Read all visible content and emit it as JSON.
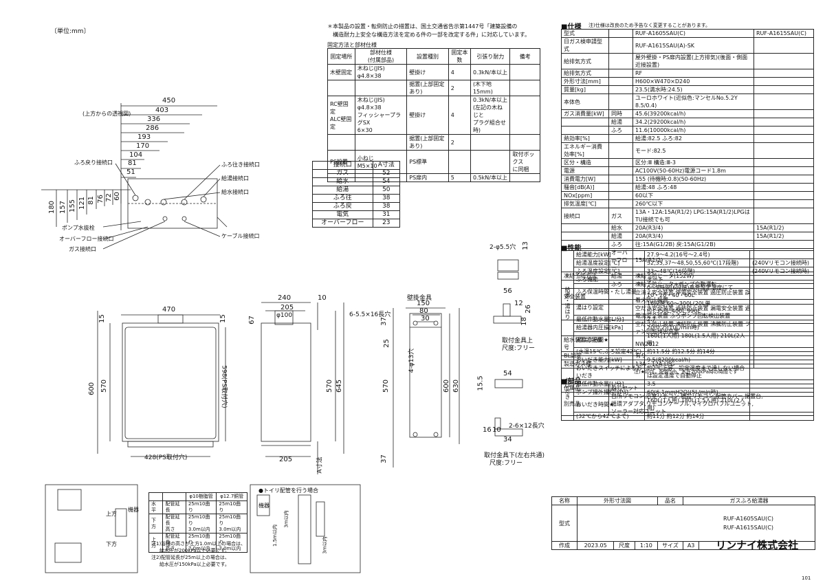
{
  "unit_note": "〔単位:mm〕",
  "top_view_label": "(上方からの透視図)",
  "notice": {
    "line1": "＊本製品の設置・転倒防止の措置は、国土交通省告示第1447号「建築設備の",
    "line2": "構造耐力上安全な構造方法を定める件の一部を改定する件」に対応しています。",
    "fixing_title": "固定方法と部材仕様"
  },
  "fixing_table": {
    "headers": [
      "固定場所",
      "部材仕様\n(付属部品)",
      "設置種別",
      "固定本数",
      "引張り耐力",
      "備考"
    ],
    "rows": [
      [
        "木壁固定",
        "木ねじ(JIS)\nφ4.8×38",
        "壁掛け",
        "4",
        "0.3kN/本以上",
        ""
      ],
      [
        "",
        "",
        "据置(上部固定あり)",
        "2",
        "(木下地15mm)",
        ""
      ],
      [
        "RC壁固定\nALC壁固定",
        "木ねじ(JIS)\nφ4.8×38\nフィッシャープラグSX\n6×30",
        "壁掛け",
        "4",
        "0.3kN/本以上\n(左記の木ねじと\nプラグ組合せ時)",
        ""
      ],
      [
        "",
        "",
        "据置(上部固定あり)",
        "2",
        "",
        ""
      ],
      [
        "PS設置",
        "小ねじ\nM5×10",
        "PS標準",
        "",
        "",
        "取付ボックス\nに同梱"
      ],
      [
        "",
        "",
        "PS扉内",
        "5",
        "0.5kN/本以上",
        ""
      ]
    ]
  },
  "connector_table": {
    "headers": [
      "接続口",
      "A寸法"
    ],
    "rows": [
      [
        "ガス",
        "52"
      ],
      [
        "給水",
        "54"
      ],
      [
        "給湯",
        "50"
      ],
      [
        "ふろ往",
        "38"
      ],
      [
        "ふろ戻",
        "38"
      ],
      [
        "電気",
        "31"
      ],
      [
        "オーバーフロー",
        "23"
      ]
    ]
  },
  "top_labels": {
    "dims": [
      "450",
      "403",
      "336",
      "286",
      "193",
      "170",
      "104",
      "81",
      "51"
    ],
    "vdims": [
      "180",
      "157",
      "155",
      "121",
      "81",
      "76",
      "72",
      "60"
    ],
    "furo_return": "ふろ戻り接続口",
    "furo_go": "ふろ往き接続口",
    "hot_out": "給湯接続口",
    "water_in": "給水接続口",
    "pump_drain": "ポンプ水抜栓",
    "overflow": "オーバーフロー接続口",
    "gas": "ガス接続口",
    "cable": "ケーブル接続口"
  },
  "front_labels": {
    "w": "470",
    "h600": "600",
    "h570": "570",
    "d15": "15",
    "d15b": "15",
    "ps_hole": "598(PS取付穴)",
    "ps_hole_w": "428(PS取付穴)"
  },
  "side_labels": {
    "w240": "240",
    "w205": "205",
    "d10": "10",
    "d100": "φ100",
    "d67": "67",
    "h570": "570",
    "h645": "645",
    "w205b": "205",
    "a": "A寸法"
  },
  "bracket": {
    "title": "壁掛金具",
    "slot": "6-5.5×16長穴",
    "w150": "150",
    "w80": "80",
    "w30": "30",
    "hole": "4-φ13穴",
    "h37": "37",
    "h25": "25",
    "h570": "570",
    "h600": "600",
    "h630": "630",
    "h37b": "37"
  },
  "small_parts": {
    "top_hole": "2-φ5.5穴",
    "d13": "13",
    "w56": "56",
    "d12": "12",
    "d26": "26",
    "d18": "18",
    "top_title": "取付金具上",
    "top_size": "尺度:フリー",
    "d15_5": "15.5",
    "w54": "54",
    "d16": "16",
    "d10": "10",
    "w34": "34",
    "bottom_hole": "2-6×12長穴",
    "bottom_title": "取付金具下(左右共通)",
    "bottom_size": "尺度:フリー"
  },
  "pipe_table": {
    "headers": [
      "",
      "",
      "φ10樹脂管",
      "φ12.7銅管"
    ],
    "rows": [
      [
        "水平",
        "配管延長",
        "25m10曲り",
        "25m10曲り"
      ],
      [
        "下方",
        "配管延長\n高さ",
        "25m10曲り\n3.0m以内",
        "25m10曲り\n3.0m以内"
      ],
      [
        "上方",
        "配管延長\n高さ",
        "25m10曲り\n7.0m以内",
        "25m10曲り\n7.0m以内"
      ]
    ],
    "note1": "注1)浴槽の高さが上方1.0m以上の場合は、",
    "note1b": "給水圧が200kPa以上必要です。",
    "note2": "注2)配管延長が25m以上の場合は、",
    "note2b": "給水圧が150kPa以上必要です。",
    "labels": [
      "上方",
      "下方",
      "機器"
    ]
  },
  "toiri": {
    "title": "●トイリ配管を行う場合",
    "labels": [
      "機器",
      "1.5m以内",
      "3m以内",
      "3m以内"
    ]
  },
  "spec_title": "■仕様",
  "spec_note": "注)仕様は改良のため予告なく変更することがあります。",
  "spec_rows": [
    [
      "型式",
      "",
      "RUF-A1605SAU(C)",
      "RUF-A1615SAU(C)"
    ],
    [
      "日ガス検申請型式",
      "",
      "RUF-A1615SAU(A)-SK",
      ""
    ],
    [
      "給排気方式",
      "",
      "屋外壁掛・PS扉内設置(上方排気)(後面・側面近接設置)",
      ""
    ],
    [
      "給排気方式",
      "",
      "RF",
      ""
    ],
    [
      "外形寸法[mm]",
      "",
      "H600×W470×D240",
      ""
    ],
    [
      "質量[kg]",
      "",
      "23.5(満水時:24.5)",
      ""
    ],
    [
      "本体色",
      "",
      "ユーロホワイト(近似色:マンセルNo.5.2Y 8.5/0.4)",
      ""
    ],
    [
      "ガス消費量[kW]",
      "同時",
      "45.6(39200kcal/h)",
      ""
    ],
    [
      "",
      "給湯",
      "34.2(29200kcal/h)",
      ""
    ],
    [
      "",
      "ふろ",
      "11.6(10000kcal/h)",
      ""
    ],
    [
      "熱効率[%]",
      "",
      "給湯:82.5 ふろ:82",
      ""
    ],
    [
      "エネルギー消費効率[%]",
      "",
      "モード:82.5",
      ""
    ],
    [
      "区分・構造",
      "",
      "区分:Ⅲ 構造:Ⅲ-3",
      ""
    ],
    [
      "電源",
      "",
      "AC100V(50-60Hz)電源コード1.8m",
      ""
    ],
    [
      "消費電力[W]",
      "",
      "155 (待機時:0.8)(50-60Hz)",
      ""
    ],
    [
      "騒音[dB(A)]",
      "",
      "給湯:48 ふろ:48",
      ""
    ],
    [
      "NOx[ppm]",
      "",
      "60以下",
      ""
    ],
    [
      "排気温度[℃]",
      "",
      "260℃以下",
      ""
    ],
    [
      "接続口",
      "ガス",
      "13A・12A:15A(R1/2) LPG:15A(R1/2)LPGはTU接続でも可",
      ""
    ],
    [
      "",
      "給水",
      "20A(R3/4)",
      "15A(R1/2)"
    ],
    [
      "",
      "給湯",
      "20A(R3/4)",
      "15A(R1/2)"
    ],
    [
      "",
      "ふろ",
      "往:15A(G1/2B) 戻:15A(G1/2B)",
      ""
    ],
    [
      "",
      "オーバーフロー",
      "15A(R1/2)",
      ""
    ],
    [
      "凍結予防方法",
      "給湯",
      "凍結予防ヒータ(152W)",
      ""
    ],
    [
      "",
      "ふろ",
      "凍結予防ヒータ+ポンプ自動運転",
      ""
    ],
    [
      "安全装置",
      "",
      "立消え安全装置 停電安全装置 過圧防止装置 誤着火防止装置",
      ""
    ],
    [
      "",
      "",
      "空だき安全装置 過熱防止装置 漏電安全装置 過電流安全装置 ふろポンプ回転検出装置",
      ""
    ],
    [
      "",
      "",
      "空だき防止装置 凍結防止装置 沸騰防止装置 ファン回転検出装置",
      ""
    ],
    [
      "給水装置認証番号",
      "",
      "NW2012",
      ""
    ],
    [
      "BL認定",
      "",
      "有り",
      ""
    ],
    [
      "製造ガス種",
      "",
      "13A・12A,LPG",
      ""
    ]
  ],
  "perf_title": "■性能",
  "perf_rows": [
    [
      "給湯能力[kW]",
      "27.9〜4.2(16号〜2.4号)",
      ""
    ],
    [
      "給湯温度設定[℃]",
      "32,35,37〜48,50,55,60℃(17段階)",
      "(240Vリモコン接続時)"
    ],
    [
      "ふろ温度設定[℃]",
      "33〜48℃(16段階)",
      "(240Vリモコン接続時)"
    ],
    [
      "ふろ機能",
      "オート",
      ""
    ],
    [
      "ふろ保温時間・たし湯量",
      "0〜8時間(6段階)高合設定温度にて 10・20・40・60L",
      ""
    ],
    [
      "湯はり設定",
      "16段階 60〜300L(20L単位),350L,400L,990L",
      ""
    ],
    [
      "最低作動水量[L/分]",
      "2.7",
      ""
    ],
    [
      "給湯器内圧損[kPa]",
      "20(0.2)(10L/min時)",
      ""
    ],
    [
      "湯はり時間★",
      "160L(1人用) 180L(1.5人用) 210L(2人用)",
      ""
    ],
    [
      "(水温15℃,ふろ設定42℃)",
      "約11.5分 約12.5分 約14分",
      ""
    ],
    [
      "おいだき能力[kW]",
      "9.5(8200kcal/h)",
      ""
    ],
    [
      "おいだきスイッチによるおいだき",
      "約2℃上昇、設定温度まで達しない場合は設定温度で自動停止",
      ""
    ],
    [
      "最低作動水量[L/分]",
      "3.5",
      ""
    ],
    [
      "ポンプ揚外揚程[kPa]",
      "60(6.1mmH2O)(5L/min時)",
      ""
    ],
    [
      "おいだき時間★",
      "160L(1人用) 180L(1.5人用) 210L(2人用)",
      ""
    ],
    [
      "(32℃から42℃まで)",
      "約11分 約12分 約14分",
      ""
    ]
  ],
  "perf_side_labels": [
    "給湯・湯はり",
    "おいだき"
  ],
  "perf_note": "注)★印は、配管5m、水圧200kPa時の時間です",
  "parts_title": "■部品",
  "parts_rows": [
    [
      "付属品",
      "ねじセット"
    ],
    [
      "別売品",
      "台所リモコン,浴室リモコン,増設リモコン,配管カバー,据置台,\n循環アダプタ,リモコンケーブル,マイクロバブルユニット,\nソーラー対応ユニット"
    ]
  ],
  "title_block": {
    "name_label": "名称",
    "name_value": "外形寸法図",
    "product_label": "品名",
    "product_value": "ガスふろ給湯器",
    "model_label": "型式",
    "model_1": "RUF-A1605SAU(C)",
    "model_2": "RUF-A1615SAU(C)",
    "made_label": "作成",
    "made_value": "2023.05",
    "scale_label": "尺度",
    "scale_value": "1:10",
    "size_label": "サイズ",
    "size_value": "A3",
    "company": "リンナイ株式会社",
    "sheet_no": "101"
  }
}
